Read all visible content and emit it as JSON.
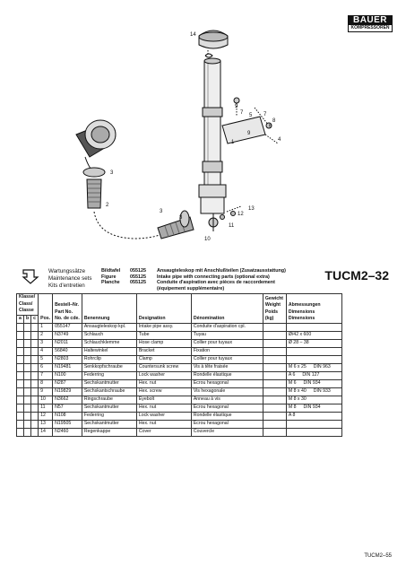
{
  "logo": {
    "brand": "BAUER",
    "sub": "KOMPRESSOREN"
  },
  "drawing": {
    "callouts": [
      "14",
      "9",
      "7",
      "8",
      "6",
      "7",
      "5",
      "9",
      "4",
      "1",
      "3",
      "2",
      "3",
      "3",
      "12",
      "13",
      "11",
      "10"
    ]
  },
  "header": {
    "kits": [
      "Wartungssätze",
      "Maintenance sets",
      "Kits d'entretien"
    ],
    "plate": [
      {
        "key": "Bildtafel",
        "num": "055125",
        "text": "Ansaugteleskop mit Anschlußteilen (Zusatzausstattung)"
      },
      {
        "key": "Figure",
        "num": "055125",
        "text": "Intake pipe with connecting parts (optional extra)"
      },
      {
        "key": "Planche",
        "num": "055125",
        "text": "Conduite d'aspiration avec pièces de raccordement"
      },
      {
        "key": "",
        "num": "",
        "text": "(équipement supplémentaire)"
      }
    ],
    "code": "TUCM2–32"
  },
  "table": {
    "headers": {
      "klasse": [
        "Klasse/",
        "Class/",
        "Classe"
      ],
      "a": "a",
      "b": "b",
      "c": "c",
      "pos": "Pos.",
      "part": [
        "Bestell–Nr.",
        "Part No.",
        "No. de cde."
      ],
      "benennung": "Benennung",
      "designation": "Designation",
      "denomination": "Dénomination",
      "weight": [
        "Gewicht",
        "Weight",
        "Poids",
        "(kg)"
      ],
      "dims": [
        "Abmessungen",
        "Dimensions",
        "Dimensions"
      ]
    },
    "rows": [
      {
        "pos": "1",
        "part": "055147",
        "de": "Ansaugteleskop kpl.",
        "en": "Intake pipe assy.",
        "fr": "Conduite d'aspiration cpl.",
        "dim": "",
        "std": ""
      },
      {
        "pos": "2",
        "part": "N3749",
        "de": "Schlauch",
        "en": "Tube",
        "fr": "Tuyau",
        "dim": "Ø/42 x 600",
        "std": ""
      },
      {
        "pos": "3",
        "part": "N2011",
        "de": "Schlauchklemme",
        "en": "Hose clamp",
        "fr": "Collier pour tuyaux",
        "dim": "Ø 28 – 38",
        "std": ""
      },
      {
        "pos": "4",
        "part": "56840",
        "de": "Haltewinkel",
        "en": "Bracket",
        "fr": "Fixation",
        "dim": "",
        "std": ""
      },
      {
        "pos": "5",
        "part": "N2803",
        "de": "Rohrclip",
        "en": "Clamp",
        "fr": "Collier pour tuyaux",
        "dim": "",
        "std": ""
      },
      {
        "pos": "6",
        "part": "N19481",
        "de": "Senkkopfschraube",
        "en": "Countersunk screw",
        "fr": "Vis à tête fraisée",
        "dim": "M 6 x 25",
        "std": "DIN 963"
      },
      {
        "pos": "7",
        "part": "N100",
        "de": "Federring",
        "en": "Lock washer",
        "fr": "Rondelle élastique",
        "dim": "A 6",
        "std": "DIN 127"
      },
      {
        "pos": "8",
        "part": "N287",
        "de": "Sechskantmutter",
        "en": "Hex. nut",
        "fr": "Ecrou hexagonal",
        "dim": "M 6",
        "std": "DIN 934"
      },
      {
        "pos": "9",
        "part": "N19829",
        "de": "Sechskantschraube",
        "en": "Hex. screw",
        "fr": "Vis hexagonale",
        "dim": "M 8 x 40",
        "std": "DIN 933"
      },
      {
        "pos": "10",
        "part": "N3662",
        "de": "Ringschraube",
        "en": "Eyebolt",
        "fr": "Anneau à vis",
        "dim": "M 8 x 30",
        "std": ""
      },
      {
        "pos": "11",
        "part": "N57",
        "de": "Sechskantmutter",
        "en": "Hex. nut",
        "fr": "Ecrou hexagonal",
        "dim": "M 8",
        "std": "DIN 934"
      },
      {
        "pos": "12",
        "part": "N108",
        "de": "Federring",
        "en": "Lock washer",
        "fr": "Rondelle élastique",
        "dim": "A 8",
        "std": ""
      },
      {
        "pos": "13",
        "part": "N19505",
        "de": "Sechskantmutter",
        "en": "Hex. nut",
        "fr": "Ecrou hexagonal",
        "dim": "",
        "std": ""
      },
      {
        "pos": "14",
        "part": "N2460",
        "de": "Regenkappe",
        "en": "Cover",
        "fr": "Couvercle",
        "dim": "",
        "std": ""
      }
    ]
  },
  "footer": {
    "page": "TUCM2–55"
  }
}
